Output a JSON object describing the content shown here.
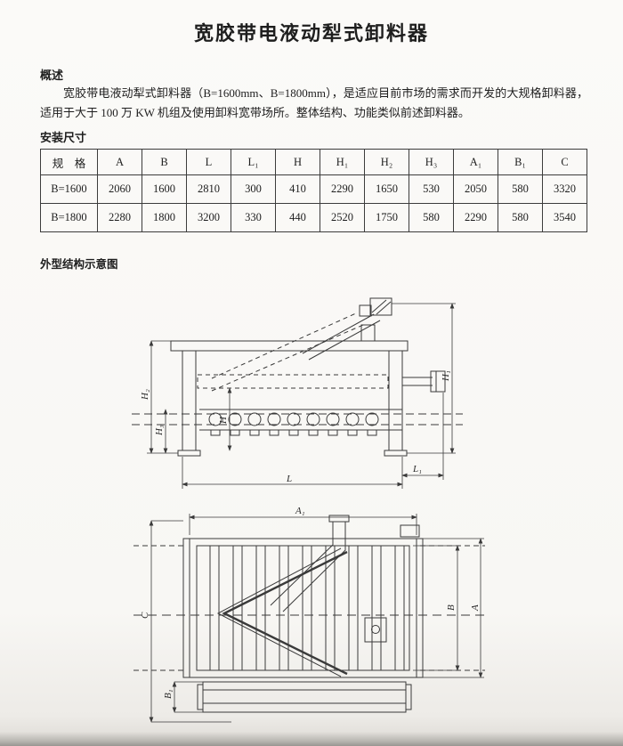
{
  "doc": {
    "title": "宽胶带电液动犁式卸料器",
    "overview": {
      "heading": "概述",
      "body": "宽胶带电液动犁式卸料器（B=1600mm、B=1800mm），是适应目前市场的需求而开发的大规格卸料器，适用于大于 100 万 KW 机组及使用卸料宽带场所。整体结构、功能类似前述卸料器。"
    },
    "dimensions": {
      "heading": "安装尺寸"
    },
    "diagram": {
      "heading": "外型结构示意图"
    }
  },
  "table": {
    "headers": [
      "规　格",
      "A",
      "B",
      "L",
      "L₁",
      "H",
      "H₁",
      "H₂",
      "H₃",
      "A₁",
      "B₁",
      "C"
    ],
    "rows": [
      {
        "spec": "B=1600",
        "values": [
          "2060",
          "1600",
          "2810",
          "300",
          "410",
          "2290",
          "1650",
          "530",
          "2050",
          "580",
          "3320"
        ]
      },
      {
        "spec": "B=1800",
        "values": [
          "2280",
          "1800",
          "3200",
          "330",
          "440",
          "2520",
          "1750",
          "580",
          "2290",
          "580",
          "3540"
        ]
      }
    ]
  },
  "labels": {
    "side": {
      "H": "H",
      "H1": "H₁",
      "H2": "H₂",
      "H3": "H₃",
      "L": "L",
      "L1": "L₁"
    },
    "top": {
      "A": "A",
      "A1": "A₁",
      "B": "B",
      "B1": "B₁",
      "C": "C"
    }
  }
}
